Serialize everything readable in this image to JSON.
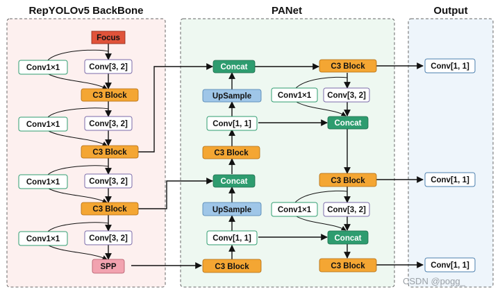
{
  "sections": {
    "backbone": "RepYOLOv5 BackBone",
    "neck": "PANet",
    "output": "Output"
  },
  "nodes": {
    "focus": "Focus",
    "bb_conv1x1_1": "Conv1×1",
    "bb_conv32_1": "Conv[3, 2]",
    "bb_c3_1": "C3 Block",
    "bb_conv1x1_2": "Conv1×1",
    "bb_conv32_2": "Conv[3, 2]",
    "bb_c3_2": "C3 Block",
    "bb_conv1x1_3": "Conv1×1",
    "bb_conv32_3": "Conv[3, 2]",
    "bb_c3_3": "C3 Block",
    "bb_conv1x1_4": "Conv1×1",
    "bb_conv32_4": "Conv[3, 2]",
    "spp": "SPP",
    "pan_concat_top": "Concat",
    "pan_upsample_1": "UpSample",
    "pan_conv11_1": "Conv[1, 1]",
    "pan_c3_mid": "C3 Block",
    "pan_concat_mid": "Concat",
    "pan_upsample_2": "UpSample",
    "pan_conv11_2": "Conv[1, 1]",
    "pan_c3_bottom": "C3 Block",
    "r_c3_top": "C3 Block",
    "r_conv1x1_1": "Conv1×1",
    "r_conv32_1": "Conv[3, 2]",
    "r_concat_1": "Concat",
    "r_c3_mid": "C3 Block",
    "r_conv1x1_2": "Conv1×1",
    "r_conv32_2": "Conv[3, 2]",
    "r_concat_2": "Concat",
    "r_c3_bottom": "C3 Block",
    "out_1": "Conv[1, 1]",
    "out_2": "Conv[1, 1]",
    "out_3": "Conv[1, 1]"
  },
  "watermark": "CSDN @pogg_",
  "colors": {
    "focus": "#e0533a",
    "c3": "#f4a633",
    "spp": "#f2a3b0",
    "concat": "#2e9c6f",
    "upsample": "#9fc6e8",
    "backbone_bg": "#fdf0ef",
    "neck_bg": "#eef8f1",
    "output_bg": "#eef5fb"
  }
}
